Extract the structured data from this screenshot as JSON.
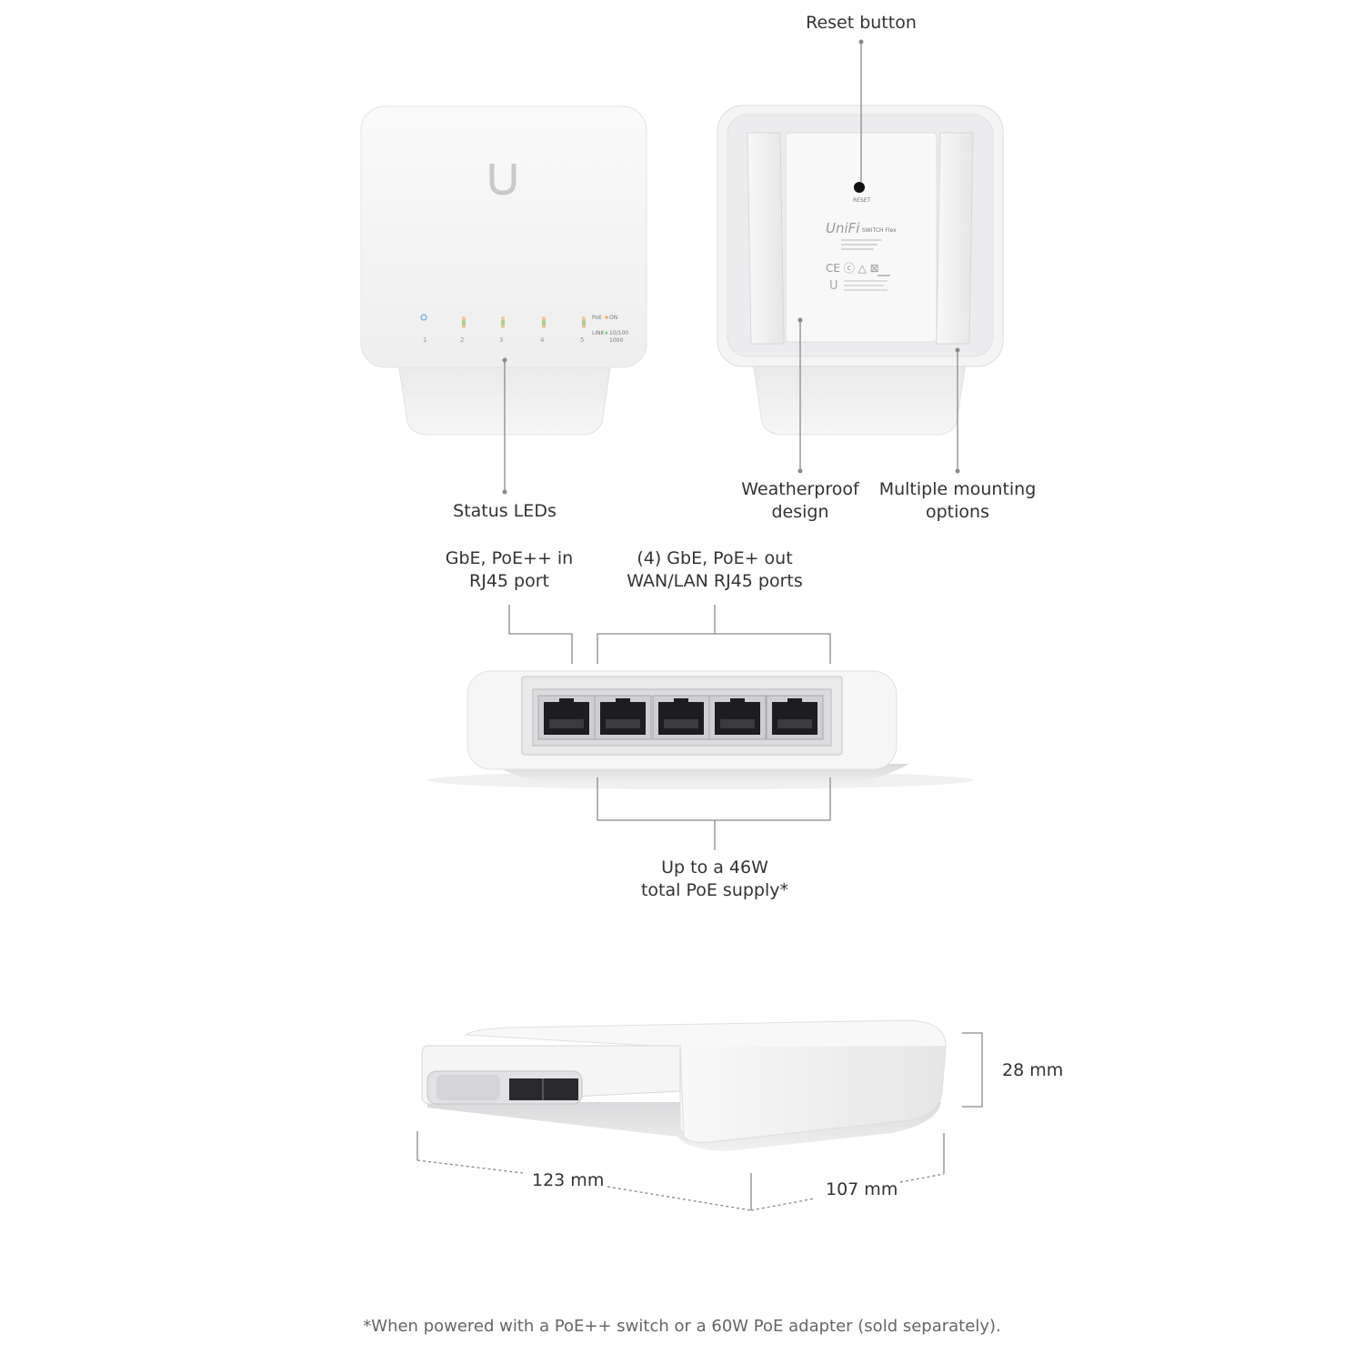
{
  "callouts": {
    "reset_button": "Reset button",
    "status_leds": "Status LEDs",
    "weatherproof": [
      "Weatherproof",
      "design"
    ],
    "mounting": [
      "Multiple mounting",
      "options"
    ],
    "poe_in": [
      "GbE, PoE++ in",
      "RJ45 port"
    ],
    "poe_out": [
      "(4) GbE, PoE+ out",
      "WAN/LAN RJ45 ports"
    ],
    "poe_supply": [
      "Up to a 46W",
      "total PoE supply*"
    ]
  },
  "device_front": {
    "leds": [
      "1",
      "2",
      "3",
      "4",
      "5"
    ],
    "legend_poe": "PoE",
    "legend_on": "ON",
    "legend_link": "LINK",
    "legend_speed": [
      "10/100",
      "1000"
    ]
  },
  "device_back": {
    "reset_text": "RESET",
    "brand": "UniFi",
    "model_tag": "SWITCH Flex"
  },
  "dimensions": {
    "height": "28 mm",
    "width": "123 mm",
    "depth": "107 mm"
  },
  "footnote": "*When powered with a PoE++ switch or a 60W PoE adapter (sold separately).",
  "colors": {
    "device_white": "#f7f7f8",
    "led_orange": "#f6a04d",
    "led_green": "#7ed28a",
    "led_blue": "#6aa9e8",
    "line_gray": "#8a8a8a"
  }
}
